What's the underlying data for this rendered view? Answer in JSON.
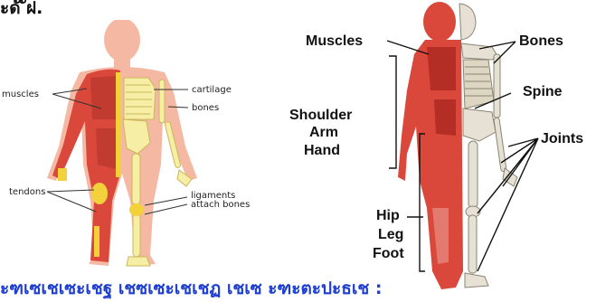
{
  "header_text": "ะดั ัฝ.",
  "footer_text": "ะฑเซเชเซะเชฐ เชซเซะเชเชฏ เชเซ ะฑะตะปะธเช :",
  "left_figure": {
    "labels": {
      "muscles": "muscles",
      "cartilage": "cartilage",
      "bones": "bones",
      "tendons": "tendons",
      "ligaments_line1": "ligaments",
      "ligaments_line2": "attach bones"
    }
  },
  "right_figure": {
    "labels": {
      "muscles": "Muscles",
      "bones": "Bones",
      "spine": "Spine",
      "shoulder": "Shoulder",
      "arm": "Arm",
      "hand": "Hand",
      "joints": "Joints",
      "hip": "Hip",
      "leg": "Leg",
      "foot": "Foot"
    }
  },
  "colors": {
    "muscle": "#d9483b",
    "muscle_dark": "#b52e25",
    "skin": "#f4b8a3",
    "bone": "#f6eea4",
    "bone_outline": "#c9b75a",
    "skeleton": "#e6e1d4",
    "footer_text": "#1f3fd0"
  }
}
